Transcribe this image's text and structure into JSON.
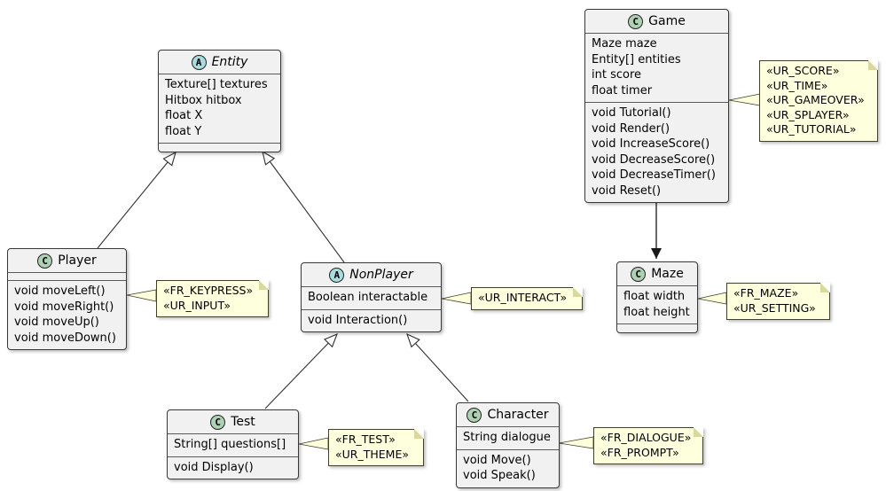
{
  "diagram_type": "uml-class-diagram",
  "colors": {
    "abstract_icon_fill": "#A9DCDF",
    "class_icon_fill": "#ADD1B2",
    "note_fill": "#FEFFDD",
    "box_fill": "#F1F1F1",
    "border": "#383838",
    "background": "#FFFFFF"
  },
  "classes": {
    "entity": {
      "icon": "A",
      "name": "Entity",
      "abstract": true,
      "attributes": [
        "Texture[] textures",
        "Hitbox hitbox",
        "float X",
        "float Y"
      ],
      "methods": []
    },
    "game": {
      "icon": "C",
      "name": "Game",
      "abstract": false,
      "attributes": [
        "Maze maze",
        "Entity[] entities",
        "int score",
        "float timer"
      ],
      "methods": [
        "void Tutorial()",
        "void Render()",
        "void IncreaseScore()",
        "void DecreaseScore()",
        "void DecreaseTimer()",
        "void Reset()"
      ]
    },
    "player": {
      "icon": "C",
      "name": "Player",
      "abstract": false,
      "attributes": [],
      "methods": [
        "void moveLeft()",
        "void moveRight()",
        "void moveUp()",
        "void moveDown()"
      ]
    },
    "nonplayer": {
      "icon": "A",
      "name": "NonPlayer",
      "abstract": true,
      "attributes": [
        "Boolean interactable"
      ],
      "methods": [
        "void Interaction()"
      ]
    },
    "maze": {
      "icon": "C",
      "name": "Maze",
      "abstract": false,
      "attributes": [
        "float width",
        "float height"
      ],
      "methods": []
    },
    "test": {
      "icon": "C",
      "name": "Test",
      "abstract": false,
      "attributes": [
        "String[] questions[]"
      ],
      "methods": [
        "void Display()"
      ]
    },
    "character": {
      "icon": "C",
      "name": "Character",
      "abstract": false,
      "attributes": [
        "String dialogue"
      ],
      "methods": [
        "void Move()",
        "void Speak()"
      ]
    }
  },
  "notes": {
    "game": {
      "lines": [
        "«UR_SCORE»",
        "«UR_TIME»",
        "«UR_GAMEOVER»",
        "«UR_SPLAYER»",
        "«UR_TUTORIAL»"
      ]
    },
    "player": {
      "lines": [
        "«FR_KEYPRESS»",
        "«UR_INPUT»"
      ]
    },
    "nonplayer": {
      "lines": [
        "«UR_INTERACT»"
      ]
    },
    "maze": {
      "lines": [
        "«FR_MAZE»",
        "«UR_SETTING»"
      ]
    },
    "test": {
      "lines": [
        "«FR_TEST»",
        "«UR_THEME»"
      ]
    },
    "character": {
      "lines": [
        "«FR_DIALOGUE»",
        "«FR_PROMPT»"
      ]
    }
  },
  "edges": [
    {
      "from": "Player",
      "to": "Entity",
      "type": "inheritance"
    },
    {
      "from": "NonPlayer",
      "to": "Entity",
      "type": "inheritance"
    },
    {
      "from": "Test",
      "to": "NonPlayer",
      "type": "inheritance"
    },
    {
      "from": "Character",
      "to": "NonPlayer",
      "type": "inheritance"
    },
    {
      "from": "Game",
      "to": "Maze",
      "type": "directed-association"
    }
  ]
}
